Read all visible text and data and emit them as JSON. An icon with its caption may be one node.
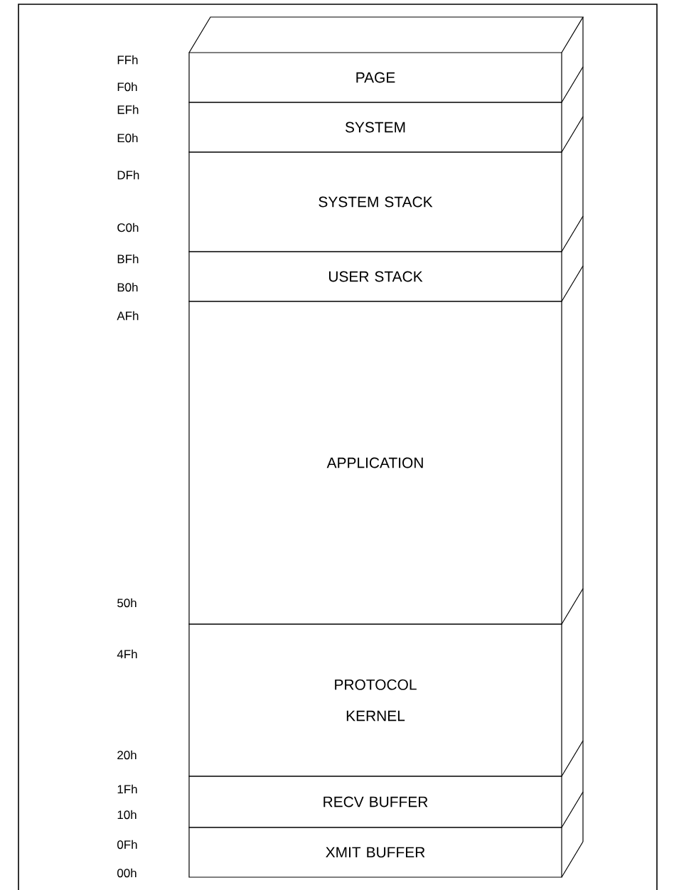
{
  "diagram": {
    "nodes": [
      {
        "text": [
          "PAGE"
        ]
      },
      {
        "text": [
          "SYSTEM"
        ]
      },
      {
        "text": [
          "SYSTEM STACK"
        ]
      },
      {
        "text": [
          "USER STACK"
        ]
      },
      {
        "text": [
          "APPLICATION"
        ]
      },
      {
        "text": [
          "PROTOCOL KERNEL"
        ]
      },
      {
        "text": [
          "RECV BUFFER"
        ]
      },
      {
        "text": [
          "XMIT BUFFER"
        ]
      }
    ],
    "labels": [
      "FFh",
      "F0h",
      "EFh",
      "E0h",
      "DFh",
      "C0h",
      "BFh",
      "B0h",
      "AFh",
      "50h",
      "4Fh",
      "20h",
      "1Fh",
      "10h",
      "0Fh",
      "00h"
    ]
  }
}
